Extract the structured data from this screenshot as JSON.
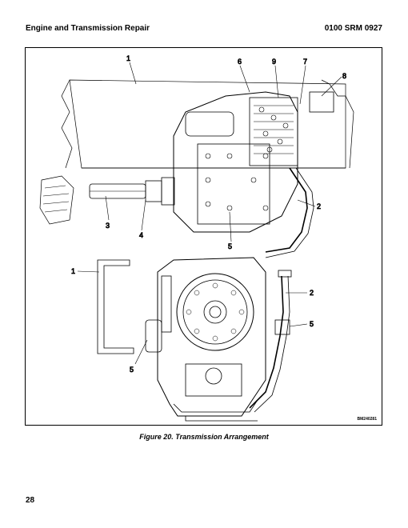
{
  "header": {
    "section_title": "Engine and Transmission Repair",
    "document_code": "0100 SRM 0927"
  },
  "figure": {
    "code": "BM240281",
    "caption": "Figure 20. Transmission Arrangement",
    "callouts_top": [
      "1",
      "6",
      "9",
      "7",
      "8",
      "2",
      "3",
      "4",
      "5"
    ],
    "callouts_bottom": [
      "1",
      "2",
      "5",
      "5"
    ]
  },
  "footer": {
    "page_number": "28"
  }
}
